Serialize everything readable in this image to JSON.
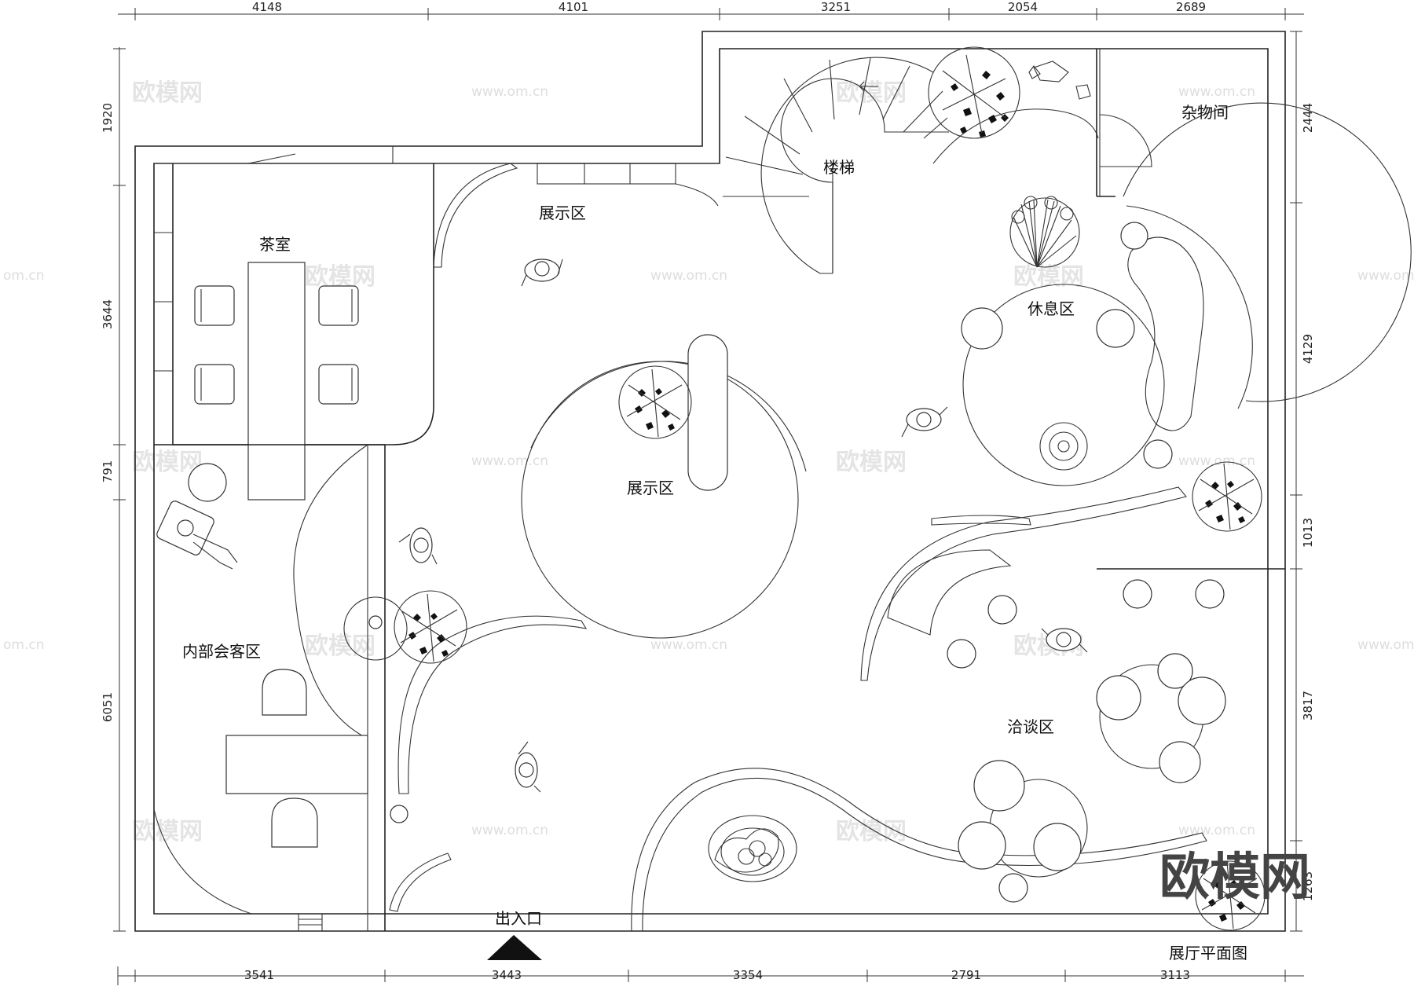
{
  "title": "展厅平面图",
  "entrance_label": "出入口",
  "brand_logo": "欧模网",
  "watermark": {
    "logo": "欧模网",
    "url": "www.om.cn",
    "url_short": "om.cn"
  },
  "rooms": {
    "tea_room": "茶室",
    "display_top": "展示区",
    "display_center": "展示区",
    "stairs": "楼梯",
    "storage": "杂物间",
    "rest_area": "休息区",
    "internal_meeting": "内部会客区",
    "negotiation": "洽谈区"
  },
  "dimensions": {
    "top": [
      "4148",
      "4101",
      "3251",
      "2054",
      "2689"
    ],
    "bottom": [
      "3541",
      "3443",
      "3354",
      "2791",
      "3113"
    ],
    "left": [
      "1920",
      "3644",
      "791",
      "6051"
    ],
    "right": [
      "2444",
      "4129",
      "1013",
      "3817",
      "1263"
    ]
  }
}
